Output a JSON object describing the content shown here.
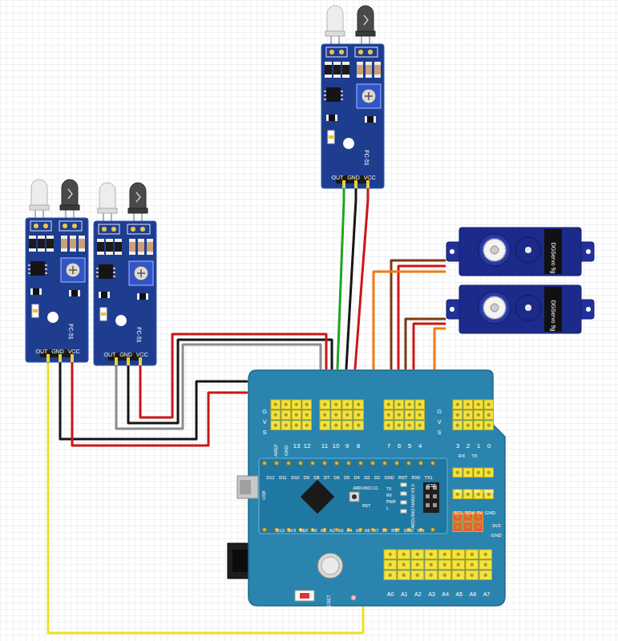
{
  "diagram": {
    "nodes": [
      {
        "text": [
          "FC-51",
          "OUT GND VCC"
        ]
      },
      {
        "text": [
          "FC-51",
          "OUT GND VCC"
        ]
      },
      {
        "text": [
          "FC-51",
          "OUT GND VCC"
        ]
      },
      {
        "text": [
          "DGServo 9g"
        ]
      },
      {
        "text": [
          "DGServo 9g"
        ]
      },
      {
        "text": [
          "G",
          "V",
          "S",
          "AREF",
          "GND",
          "13",
          "12",
          "11",
          "10",
          "9",
          "8",
          "G",
          "V",
          "S",
          "7",
          "6",
          "5",
          "4",
          "3",
          "2",
          "1",
          "0",
          "RX",
          "TX",
          "RX TX 5V GND",
          "SCL SDA 5V GND",
          "3V3",
          "GND",
          "RESET",
          "A0 A1 A2 A3 A4 A5 A6 A7"
        ]
      },
      {
        "text": [
          "D12 D11 D10 D9 D8 D7 D6 D5 D4 D3 D2 GND RST RX0 TX1",
          "USB",
          "ARDUINO.CC",
          "RST",
          "TX RX PWR L",
          "ARDUINO NANO V3.0",
          "ICSP",
          "D13 3V3 REF A0 A1 A2 A3 A4 A5 A6 A7 5V RST GND VIN"
        ],
        "in": 5
      }
    ],
    "edges": [
      {
        "from": 0,
        "to": 5,
        "arrow": "none"
      },
      {
        "from": 0,
        "to": 5,
        "arrow": "none"
      },
      {
        "from": 0,
        "to": 5,
        "arrow": "none"
      },
      {
        "from": 1,
        "to": 5,
        "arrow": "none"
      },
      {
        "from": 1,
        "to": 5,
        "arrow": "none"
      },
      {
        "from": 1,
        "to": 5,
        "arrow": "none"
      },
      {
        "from": 2,
        "to": 5,
        "arrow": "none"
      },
      {
        "from": 2,
        "to": 5,
        "arrow": "none"
      },
      {
        "from": 2,
        "to": 5,
        "arrow": "none"
      },
      {
        "from": 3,
        "to": 5,
        "arrow": "none"
      },
      {
        "from": 3,
        "to": 5,
        "arrow": "none"
      },
      {
        "from": 3,
        "to": 5,
        "arrow": "none"
      },
      {
        "from": 4,
        "to": 5,
        "arrow": "none"
      },
      {
        "from": 4,
        "to": 5,
        "arrow": "none"
      },
      {
        "from": 4,
        "to": 5,
        "arrow": "none"
      }
    ]
  }
}
